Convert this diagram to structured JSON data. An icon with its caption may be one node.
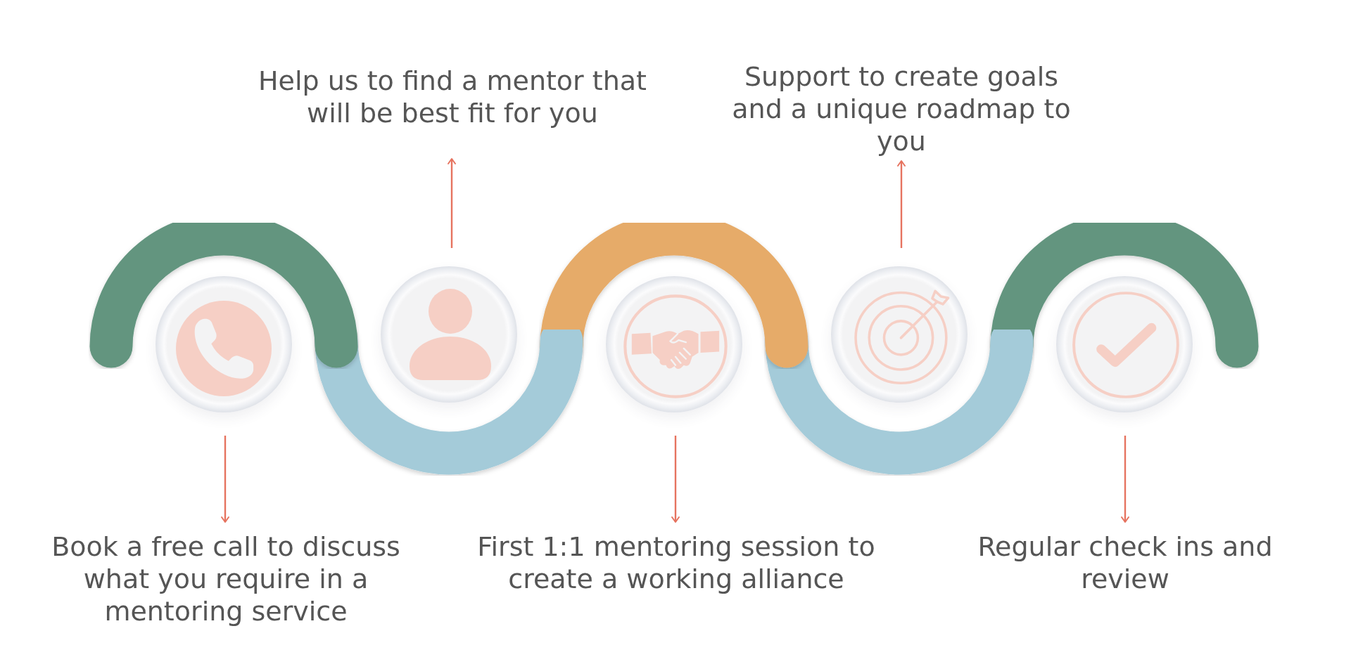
{
  "diagram": {
    "nodes": [
      {
        "text": [],
        "shape": "circle"
      },
      {
        "text": [
          "Book a free call to discuss what you require in a mentoring service"
        ]
      },
      {
        "text": [],
        "shape": "circle"
      },
      {
        "text": [
          "Help us to find a mentor that will be best fit for you"
        ]
      },
      {
        "text": [],
        "shape": "circle"
      },
      {
        "text": [
          "First 1:1 mentoring session to create a working alliance"
        ]
      },
      {
        "text": [],
        "shape": "circle"
      },
      {
        "text": [
          "Support to create goals and a unique roadmap to you"
        ]
      },
      {
        "text": [],
        "shape": "circle"
      },
      {
        "text": [
          "Regular check ins and review"
        ]
      }
    ],
    "edges": [
      {
        "from": 0,
        "to": 1,
        "arrow": "to"
      },
      {
        "from": 2,
        "to": 3,
        "arrow": "to"
      },
      {
        "from": 4,
        "to": 5,
        "arrow": "to"
      },
      {
        "from": 6,
        "to": 7,
        "arrow": "to"
      },
      {
        "from": 8,
        "to": 9,
        "arrow": "to"
      }
    ]
  }
}
